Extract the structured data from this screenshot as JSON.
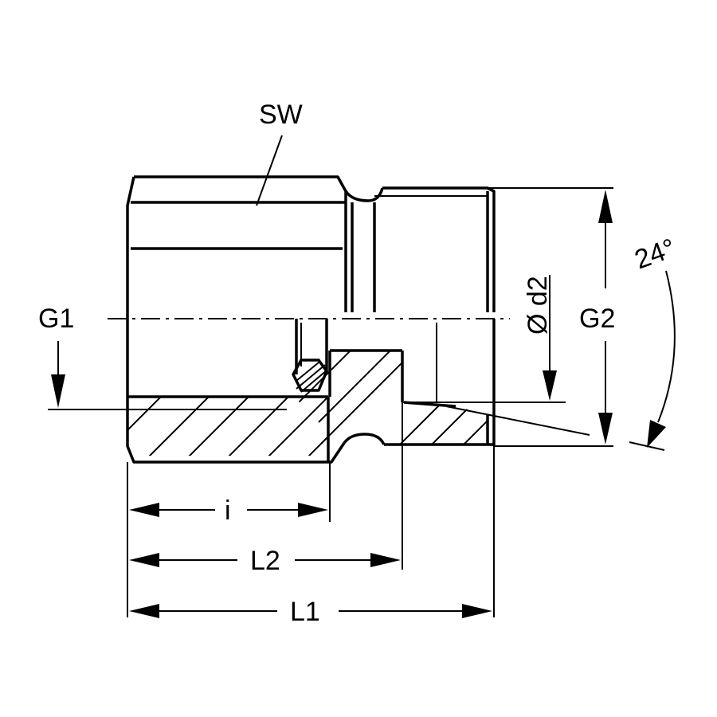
{
  "labels": {
    "sw": "SW",
    "g1": "G1",
    "g2": "G2",
    "d2": "Ø d2",
    "angle": "24°",
    "i": "i",
    "l2": "L2",
    "l1": "L1"
  }
}
